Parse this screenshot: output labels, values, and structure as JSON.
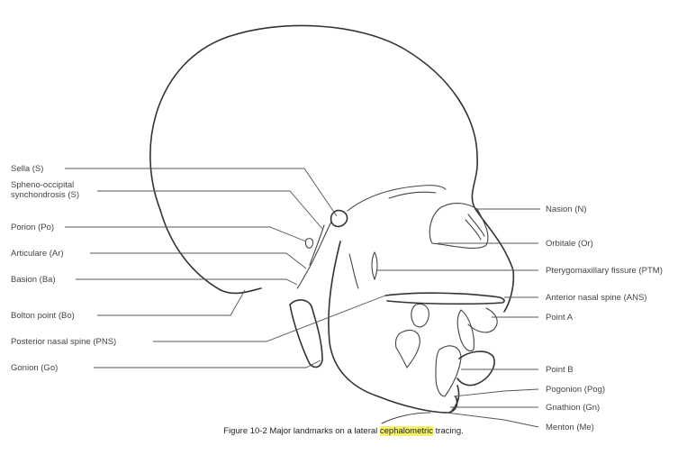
{
  "figure": {
    "left_labels": [
      "Sella (S)",
      "Spheno-occipital",
      "synchondrosis (S)",
      "Porion (Po)",
      "Articulare (Ar)",
      "Basion (Ba)",
      "Bolton point (Bo)",
      "Posterior nasal spine (PNS)",
      "Gonion (Go)"
    ],
    "right_labels": [
      "Nasion (N)",
      "Orbitale (Or)",
      "Pterygomaxillary fissure (PTM)",
      "Anterior nasal spine (ANS)",
      "Point A",
      "Point B",
      "Pogonion (Pog)",
      "Gnathion (Gn)",
      "Menton (Me)"
    ],
    "caption": {
      "prefix": "Figure 10-2  Major landmarks on a lateral ",
      "highlight": "cephalometric",
      "suffix": " tracing."
    },
    "highlight_color": "#f3f06a"
  }
}
